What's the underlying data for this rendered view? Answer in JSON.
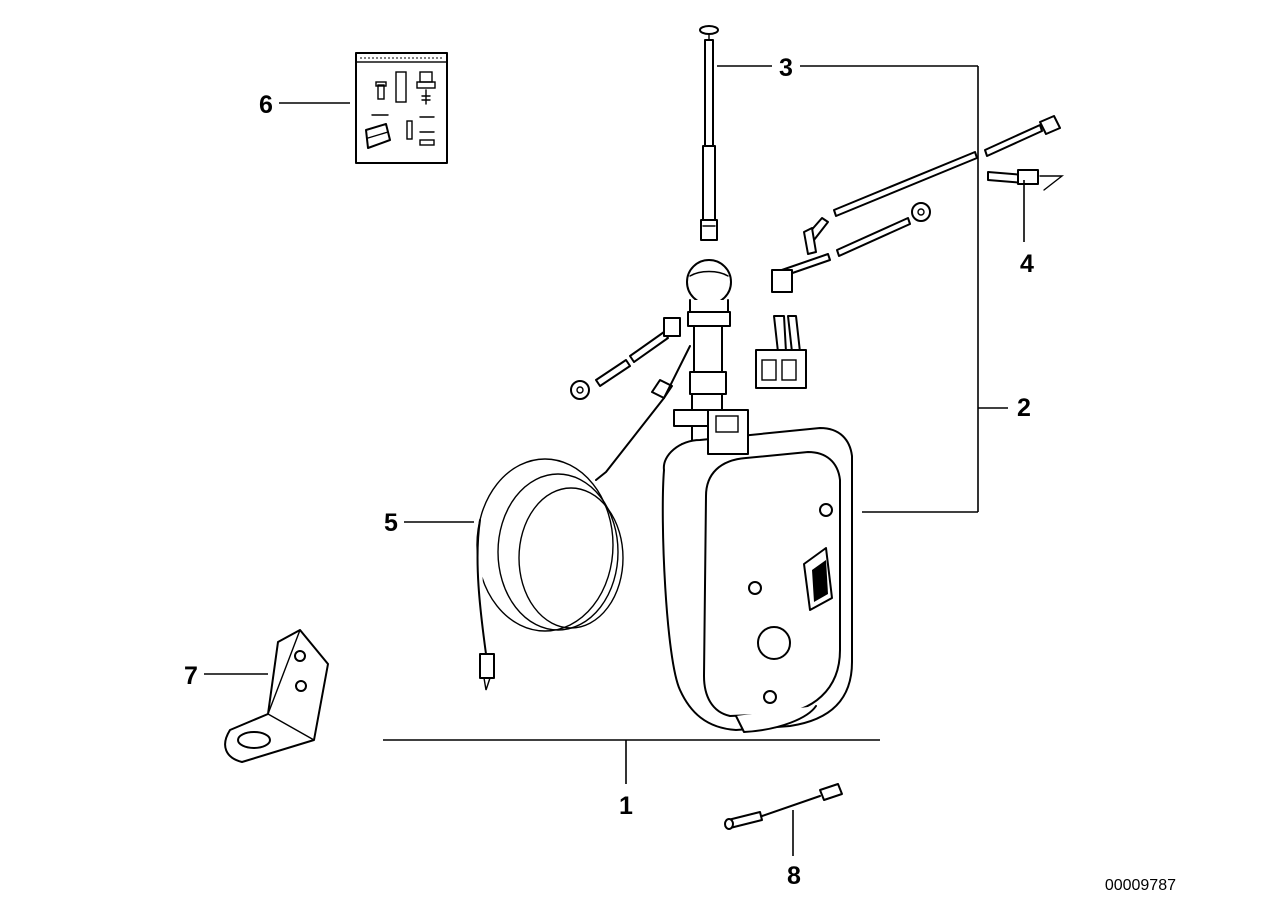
{
  "callouts": [
    {
      "id": "1",
      "label": "1"
    },
    {
      "id": "2",
      "label": "2"
    },
    {
      "id": "3",
      "label": "3"
    },
    {
      "id": "4",
      "label": "4"
    },
    {
      "id": "5",
      "label": "5"
    },
    {
      "id": "6",
      "label": "6"
    },
    {
      "id": "7",
      "label": "7"
    },
    {
      "id": "8",
      "label": "8"
    }
  ],
  "document_id": "00009787",
  "parts": [
    {
      "callout": "1",
      "icon": "antenna-motor-assembly-icon"
    },
    {
      "callout": "2",
      "icon": "motor-housing-icon"
    },
    {
      "callout": "3",
      "icon": "telescopic-mast-icon"
    },
    {
      "callout": "4",
      "icon": "cable-connector-icon"
    },
    {
      "callout": "5",
      "icon": "coiled-antenna-cable-icon"
    },
    {
      "callout": "6",
      "icon": "small-parts-kit-icon"
    },
    {
      "callout": "7",
      "icon": "mounting-bracket-icon"
    },
    {
      "callout": "8",
      "icon": "adapter-lead-icon"
    }
  ]
}
